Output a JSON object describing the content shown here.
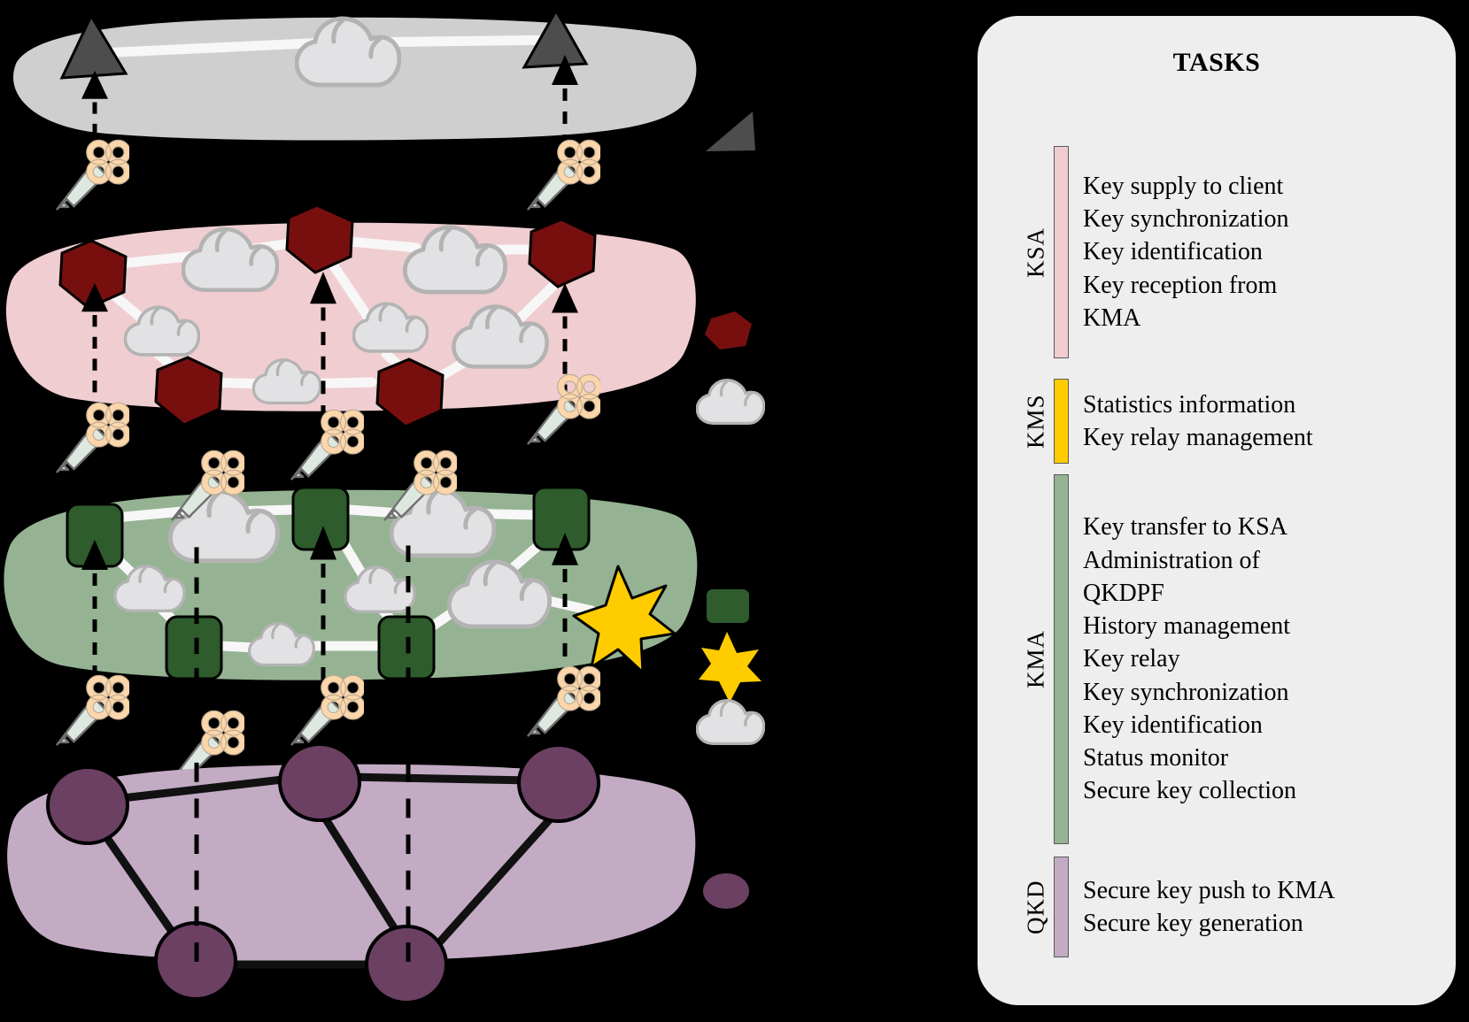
{
  "panel": {
    "title": "TASKS",
    "groups": [
      {
        "id": "ksa",
        "label": "KSA",
        "color": "#f0cdd0",
        "items": [
          "Key supply to client",
          "Key synchronization",
          "Key identification",
          "Key reception from\nKMA"
        ]
      },
      {
        "id": "kms",
        "label": "KMS",
        "color": "#ffcc00",
        "items": [
          "Statistics information",
          "Key relay management"
        ]
      },
      {
        "id": "kma",
        "label": "KMA",
        "color": "#95b392",
        "items": [
          "Key transfer to KSA",
          "Administration of\nQKDPF",
          "History management",
          "Key relay",
          "Key synchronization",
          "Key identification",
          "Status monitor",
          "Secure key collection"
        ]
      },
      {
        "id": "qkd",
        "label": "QKD",
        "color": "#c3abc4",
        "items": [
          "Secure key push to KMA",
          "Secure key generation"
        ]
      }
    ]
  },
  "diagram": {
    "background": "#000000",
    "layers": [
      {
        "id": "client",
        "name": "client-layer",
        "blob_color": "#cfcfcf",
        "node_color": "#4d4d4d",
        "node_shape": "triangle",
        "link_color": "#f7f7f7"
      },
      {
        "id": "ksa",
        "name": "ksa-layer",
        "blob_color": "#f0cdd0",
        "node_color": "#780f0f",
        "node_shape": "hexagon",
        "link_color": "#f7f7f7"
      },
      {
        "id": "kma",
        "name": "kma-layer",
        "blob_color": "#95b392",
        "node_color": "#2e5c2c",
        "node_shape": "rounded-square",
        "link_color": "#f7f7f7",
        "extra_node_color": "#ffcc00",
        "extra_node_shape": "star"
      },
      {
        "id": "qkd",
        "name": "qkd-layer",
        "blob_color": "#c3abc4",
        "node_color": "#6b4063",
        "node_shape": "ellipse",
        "link_color": "#111111"
      }
    ],
    "icons": {
      "key": "key-icon",
      "cloud": "cloud-icon",
      "star": "star-icon",
      "arrow": "dashed-up-arrow-icon"
    },
    "legend_icons": [
      {
        "name": "client-node-legend-icon",
        "shape": "triangle",
        "color": "#4d4d4d"
      },
      {
        "name": "ksa-node-legend-icon",
        "shape": "hexagon",
        "color": "#780f0f"
      },
      {
        "name": "cloud-legend-icon",
        "shape": "cloud",
        "color": "#e2e2e4"
      },
      {
        "name": "kma-node-legend-icon",
        "shape": "rounded-square",
        "color": "#2e5c2c"
      },
      {
        "name": "kms-node-legend-icon",
        "shape": "star",
        "color": "#ffcc00"
      },
      {
        "name": "cloud-legend-icon-2",
        "shape": "cloud",
        "color": "#e2e2e4"
      },
      {
        "name": "qkd-node-legend-icon",
        "shape": "ellipse",
        "color": "#6b4063"
      }
    ],
    "colors": {
      "key_bow": "#fcd6ab",
      "key_shaft": "#dde8e0",
      "cloud_fill": "#e2e2e4",
      "cloud_stroke": "#b3b3b3",
      "arrow": "#000000"
    }
  }
}
